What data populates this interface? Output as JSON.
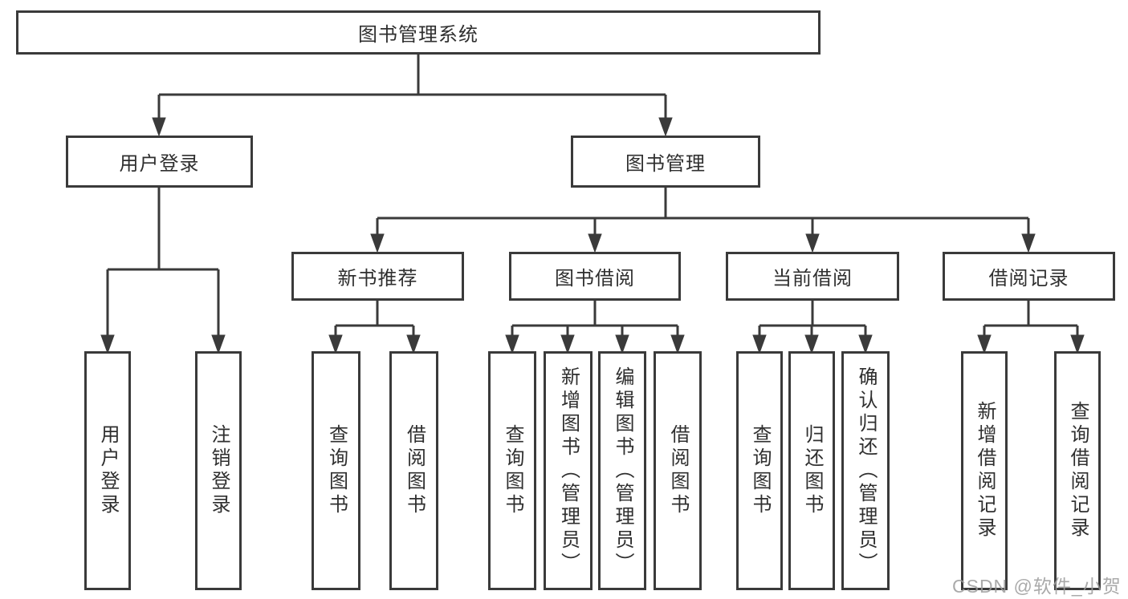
{
  "colors": {
    "line": "#3a3a3a",
    "text": "#2f2f2f",
    "watermark": "#9c9c9c",
    "bg": "#ffffff"
  },
  "diagram": {
    "root": {
      "label": "图书管理系统"
    },
    "branches": [
      {
        "label": "用户登录",
        "children": [
          {
            "label": "用户登录"
          },
          {
            "label": "注销登录"
          }
        ]
      },
      {
        "label": "图书管理",
        "children": [
          {
            "label": "新书推荐",
            "children": [
              {
                "label": "查询图书"
              },
              {
                "label": "借阅图书"
              }
            ]
          },
          {
            "label": "图书借阅",
            "children": [
              {
                "label": "查询图书"
              },
              {
                "label": "新增图书（管理员）"
              },
              {
                "label": "编辑图书（管理员）"
              },
              {
                "label": "借阅图书"
              }
            ]
          },
          {
            "label": "当前借阅",
            "children": [
              {
                "label": "查询图书"
              },
              {
                "label": "归还图书"
              },
              {
                "label": "确认归还（管理员）"
              }
            ]
          },
          {
            "label": "借阅记录",
            "children": [
              {
                "label": "新增借阅记录"
              },
              {
                "label": "查询借阅记录"
              }
            ]
          }
        ]
      }
    ]
  },
  "watermark": "CSDN @软件_小贺同学"
}
